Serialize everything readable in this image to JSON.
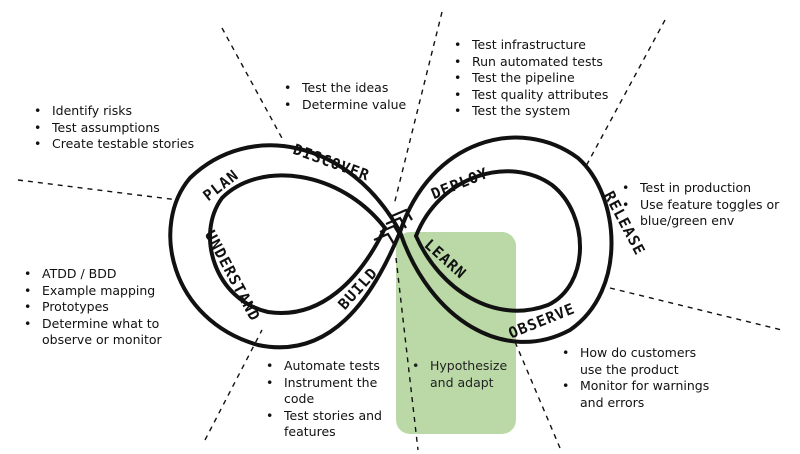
{
  "stages": {
    "plan": "PLAN",
    "discover": "DISCOVER",
    "understand": "UNDERSTAND",
    "build": "BUILD",
    "deploy": "DEPLOY",
    "release": "RELEASE",
    "observe": "OBSERVE",
    "learn": "LEARN"
  },
  "notes": {
    "plan": [
      "Identify risks",
      "Test assumptions",
      "Create testable stories"
    ],
    "discover": [
      "Test the ideas",
      "Determine value"
    ],
    "understand": [
      "ATDD / BDD",
      "Example mapping",
      "Prototypes",
      "Determine what to observe or monitor"
    ],
    "build": [
      "Automate tests",
      "Instrument the code",
      "Test stories and features"
    ],
    "deploy": [
      "Test infrastructure",
      "Run automated tests",
      "Test the pipeline",
      "Test quality attributes",
      "Test the system"
    ],
    "release": [
      "Test in production",
      "Use feature toggles or blue/green env"
    ],
    "observe": [
      "How do customers use the product",
      "Monitor for warnings and errors"
    ],
    "learn": [
      "Hypothesize and adapt"
    ]
  },
  "colors": {
    "ink": "#111111",
    "highlight": "#8cc06a"
  }
}
